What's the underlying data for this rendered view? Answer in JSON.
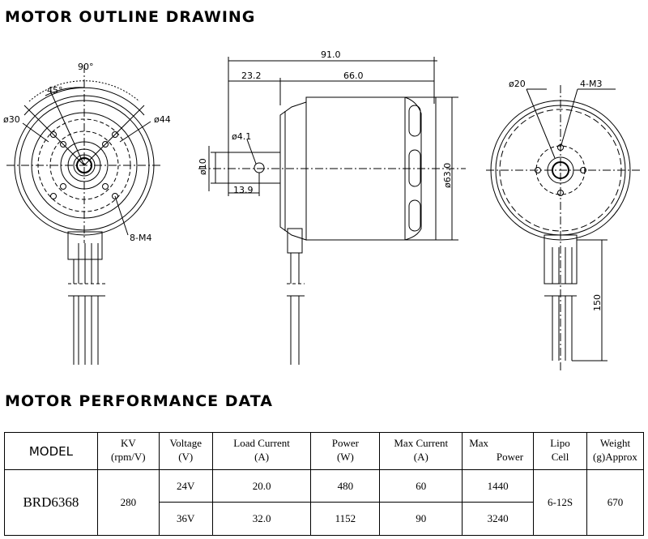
{
  "drawing": {
    "title": "MOTOR OUTLINE DRAWING",
    "front_view": {
      "angle_90": "90°",
      "angle_45": "45°",
      "dia_30": "ø30",
      "dia_44": "ø44",
      "holes": "8-M4"
    },
    "side_view": {
      "length_total": "91.0",
      "length_shaft": "23.2",
      "length_body": "66.0",
      "shaft_dia": "ø10",
      "body_dia": "ø63.0",
      "hole_dia": "ø4.1",
      "hole_pos": "13.9"
    },
    "rear_view": {
      "dia_20": "ø20",
      "holes": "4-M3",
      "lead_length": "150"
    }
  },
  "performance": {
    "title": "MOTOR PERFORMANCE DATA",
    "headers": {
      "model": "MODEL",
      "kv": [
        "KV",
        "(rpm/V)"
      ],
      "voltage": [
        "Voltage",
        "(V)"
      ],
      "load_current": [
        "Load Current",
        "(A)"
      ],
      "power": [
        "Power",
        "(W)"
      ],
      "max_current": [
        "Max Current",
        "(A)"
      ],
      "max_power": [
        "Max",
        "Power"
      ],
      "lipo": [
        "Lipo",
        "Cell"
      ],
      "weight": [
        "Weight",
        "(g)Approx"
      ]
    },
    "model": "BRD6368",
    "kv": "280",
    "lipo": "6-12S",
    "weight": "670",
    "rows": [
      {
        "voltage": "24V",
        "load_current": "20.0",
        "power": "480",
        "max_current": "60",
        "max_power": "1440"
      },
      {
        "voltage": "36V",
        "load_current": "32.0",
        "power": "1152",
        "max_current": "90",
        "max_power": "3240"
      }
    ]
  }
}
